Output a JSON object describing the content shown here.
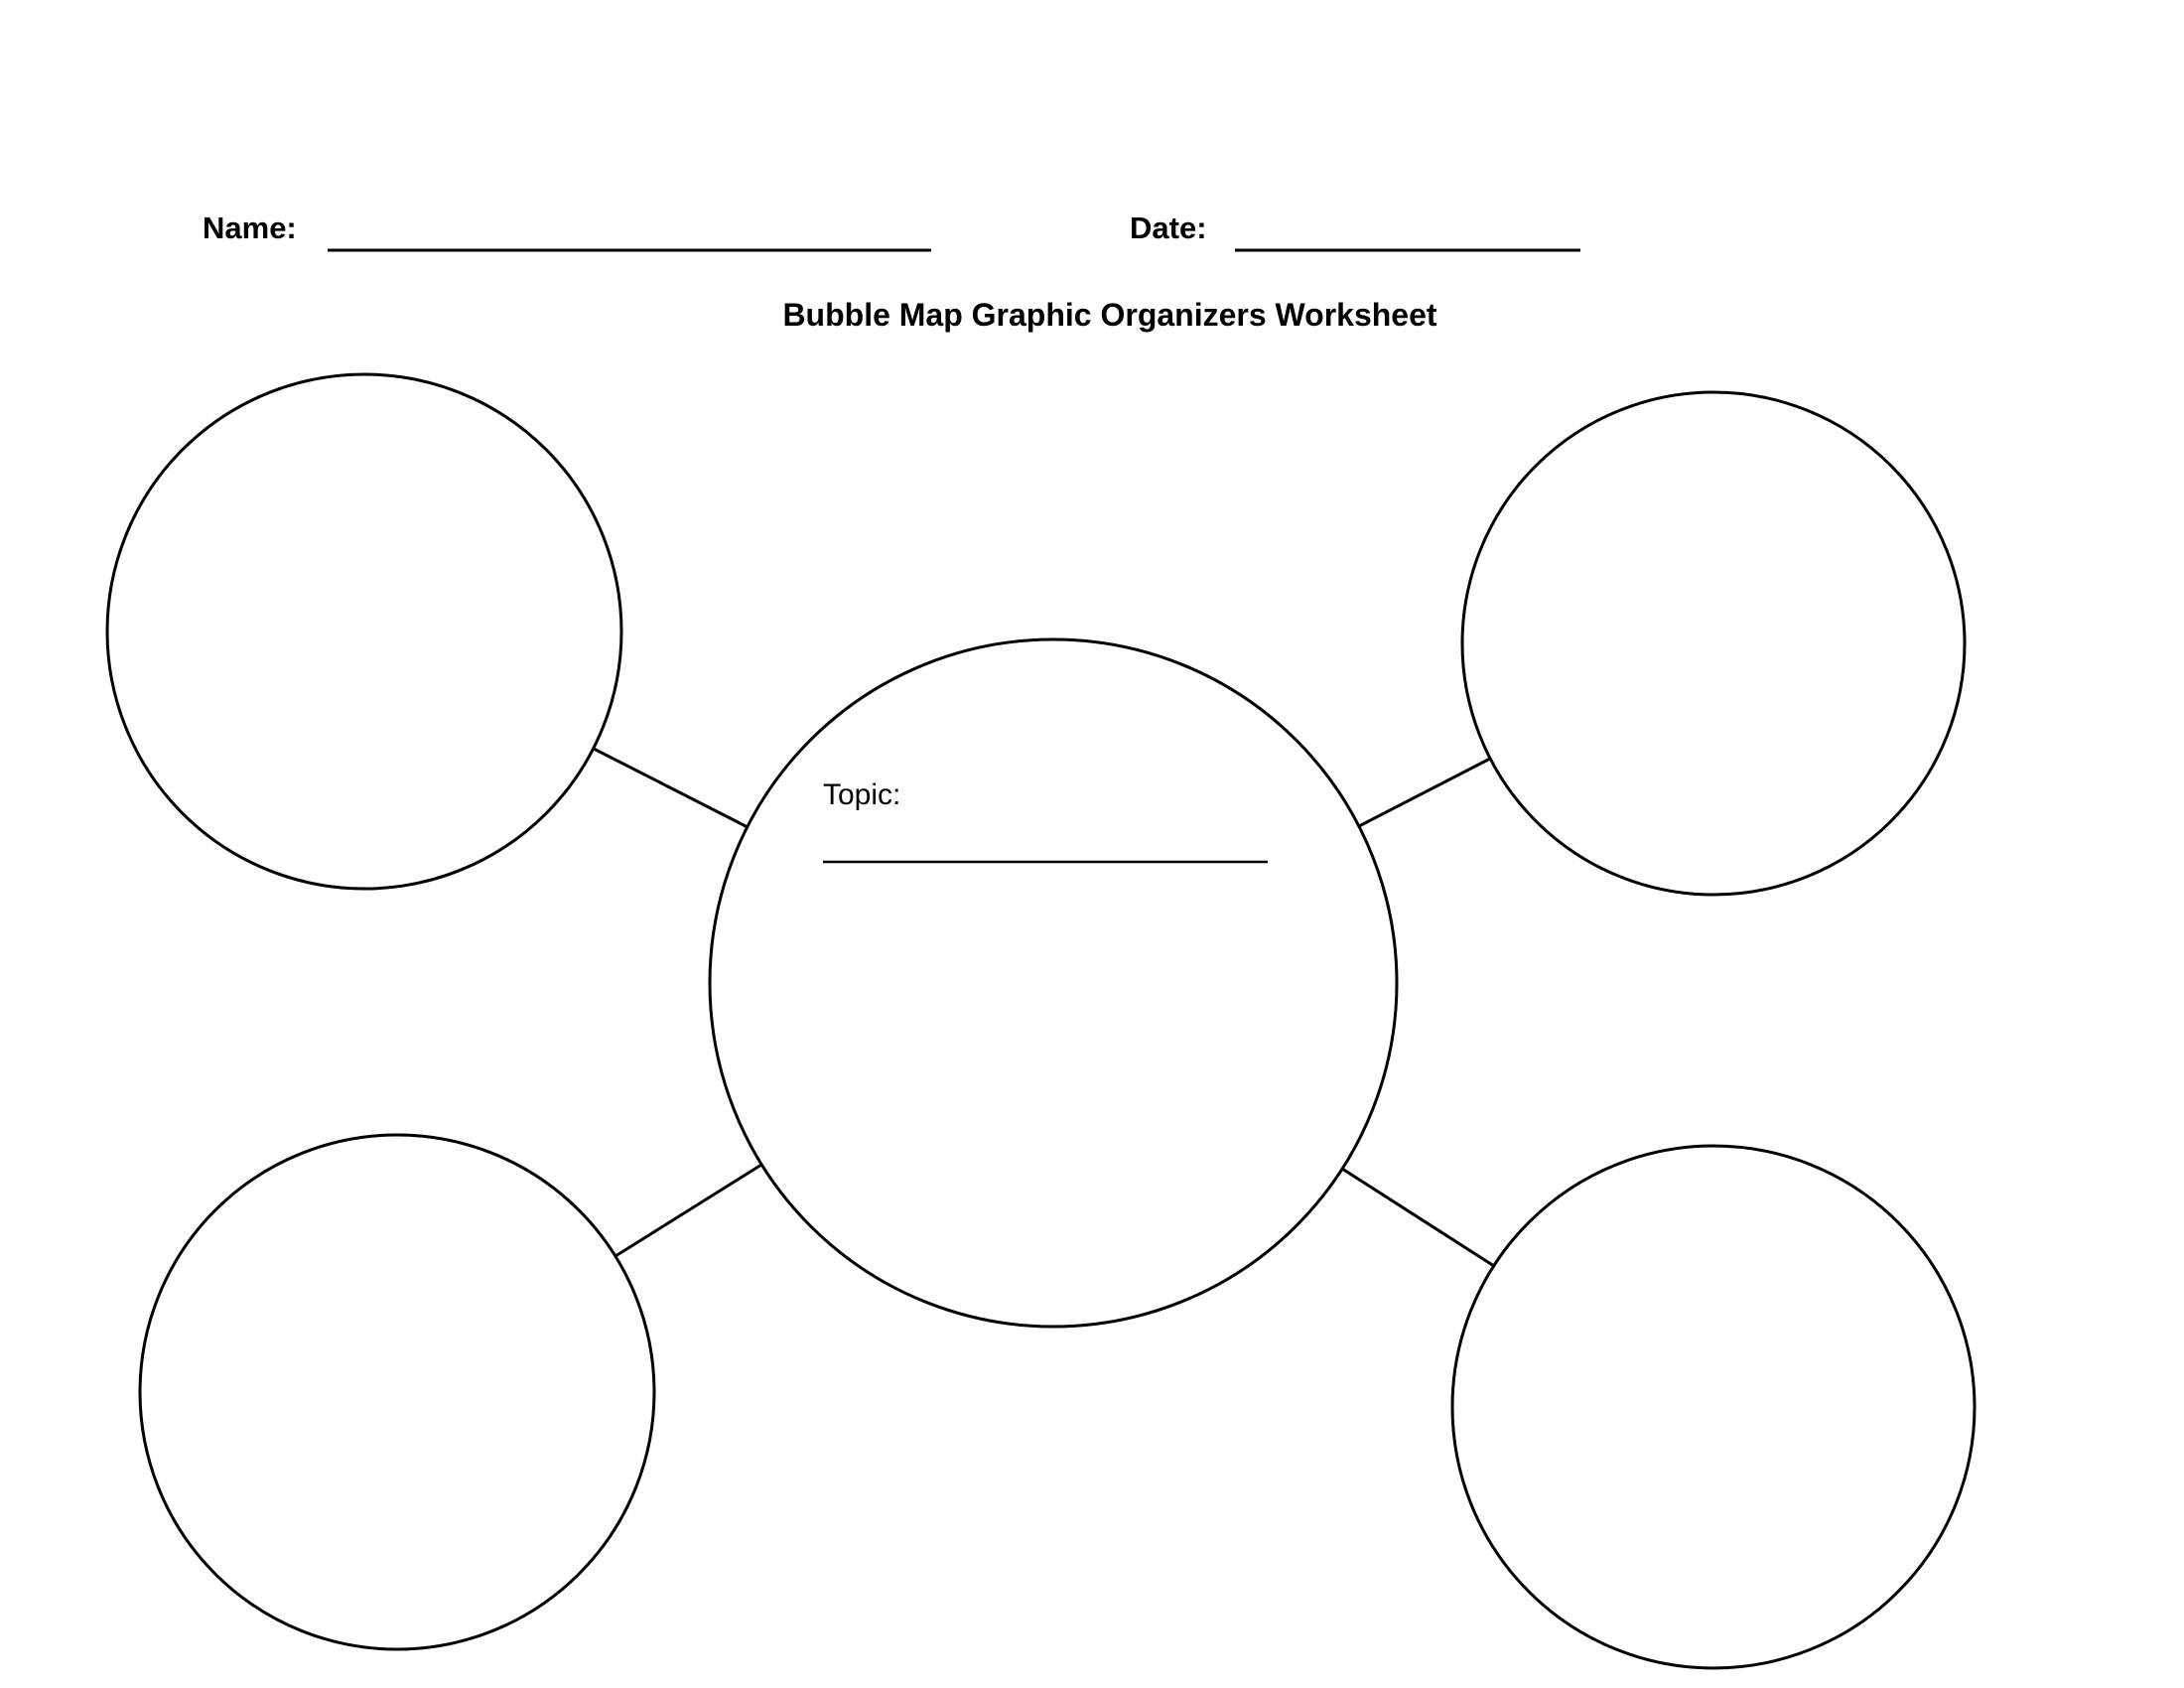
{
  "header": {
    "name_label": "Name:",
    "name_value": "",
    "date_label": "Date:",
    "date_value": ""
  },
  "title": "Bubble Map Graphic Organizers Worksheet",
  "diagram": {
    "type": "bubble-map",
    "topic_label": "Topic:",
    "topic_value": "",
    "center_bubble_text": "",
    "outer_bubbles": [
      {
        "position": "top-left",
        "text": ""
      },
      {
        "position": "top-right",
        "text": ""
      },
      {
        "position": "bottom-left",
        "text": ""
      },
      {
        "position": "bottom-right",
        "text": ""
      }
    ],
    "stroke_color": "#000000",
    "background_color": "#ffffff"
  }
}
